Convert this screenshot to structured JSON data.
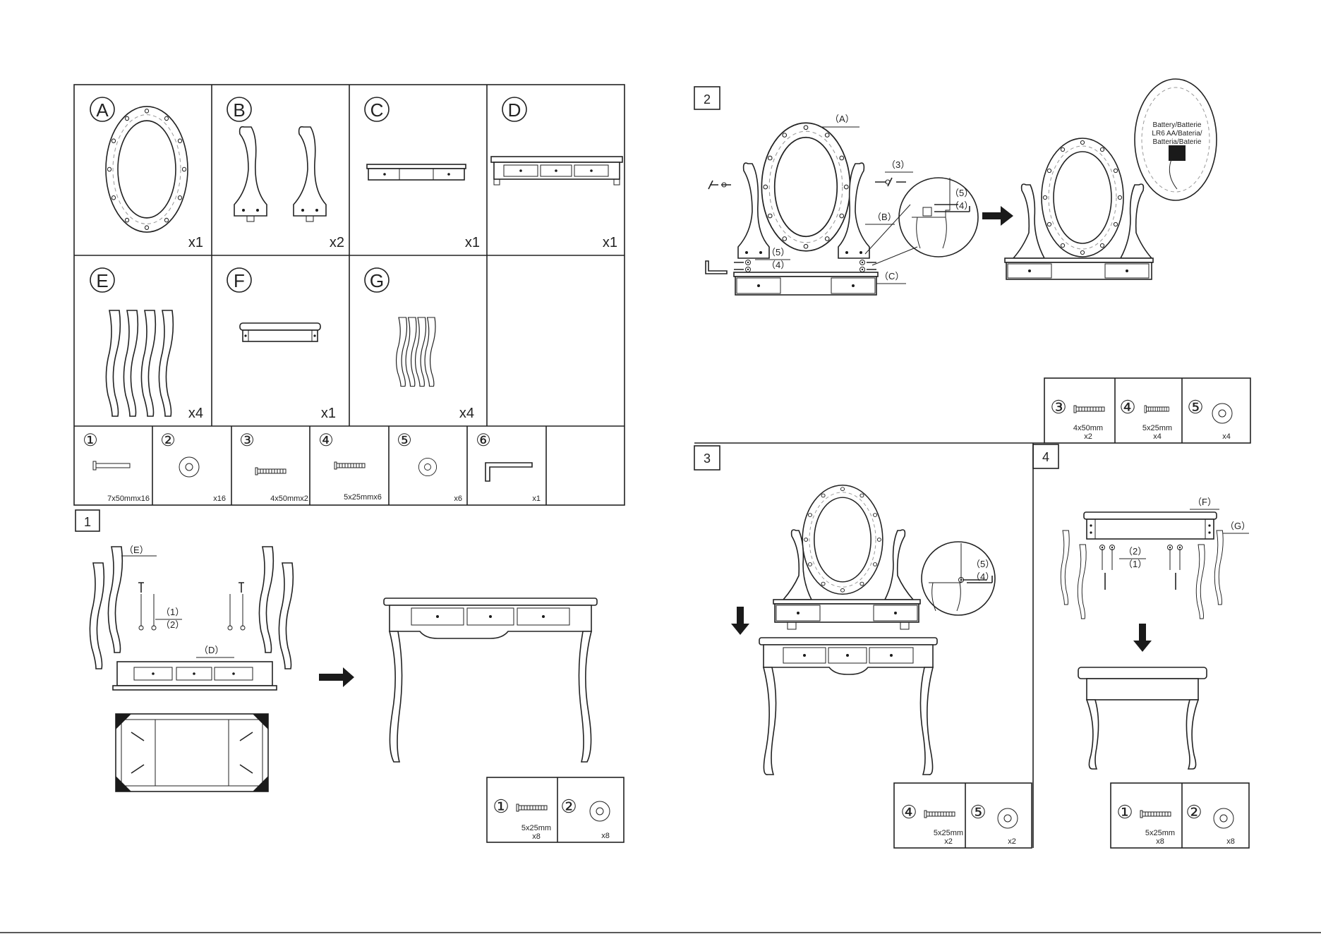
{
  "parts": [
    {
      "letter": "A",
      "qty": "x1"
    },
    {
      "letter": "B",
      "qty": "x2"
    },
    {
      "letter": "C",
      "qty": "x1"
    },
    {
      "letter": "D",
      "qty": "x1"
    },
    {
      "letter": "E",
      "qty": "x4"
    },
    {
      "letter": "F",
      "qty": "x1"
    },
    {
      "letter": "G",
      "qty": "x4"
    }
  ],
  "hardware": [
    {
      "num": "①",
      "spec": "7x50mmx16"
    },
    {
      "num": "②",
      "spec": "x16"
    },
    {
      "num": "③",
      "spec": "4x50mmx2"
    },
    {
      "num": "④",
      "spec": "5x25mmx6"
    },
    {
      "num": "⑤",
      "spec": "x6"
    },
    {
      "num": "⑥",
      "spec": "x1"
    }
  ],
  "steps": {
    "s1": {
      "num": "1",
      "labels": {
        "E": "（E）",
        "one": "（1）",
        "two": "（2）",
        "D": "（D）"
      },
      "box": {
        "n1": "①",
        "spec1a": "5x25mm",
        "spec1b": "x8",
        "n2": "②",
        "spec2": "x8"
      }
    },
    "s2": {
      "num": "2",
      "labels": {
        "A": "（A）",
        "three": "（3）",
        "five": "（5）",
        "four": "（4）",
        "B": "（B）",
        "five_b": "（5）",
        "four_b": "（4）",
        "C": "（C）"
      },
      "battery": [
        "Battery/Batterie",
        "LR6 AA/Bateria/",
        "Batteria/Baterie"
      ],
      "box": {
        "n3": "③",
        "spec3a": "4x50mm",
        "spec3b": "x2",
        "n4": "④",
        "spec4a": "5x25mm",
        "spec4b": "x4",
        "n5": "⑤",
        "spec5": "x4"
      }
    },
    "s3": {
      "num": "3",
      "labels": {
        "five": "（5）",
        "four": "（4）"
      },
      "box": {
        "n4": "④",
        "spec4a": "5x25mm",
        "spec4b": "x2",
        "n5": "⑤",
        "spec5": "x2"
      }
    },
    "s4": {
      "num": "4",
      "labels": {
        "F": "（F）",
        "G": "（G）",
        "two": "（2）",
        "one": "（1）"
      },
      "box": {
        "n1": "①",
        "spec1a": "5x25mm",
        "spec1b": "x8",
        "n2": "②",
        "spec2": "x8"
      }
    }
  }
}
